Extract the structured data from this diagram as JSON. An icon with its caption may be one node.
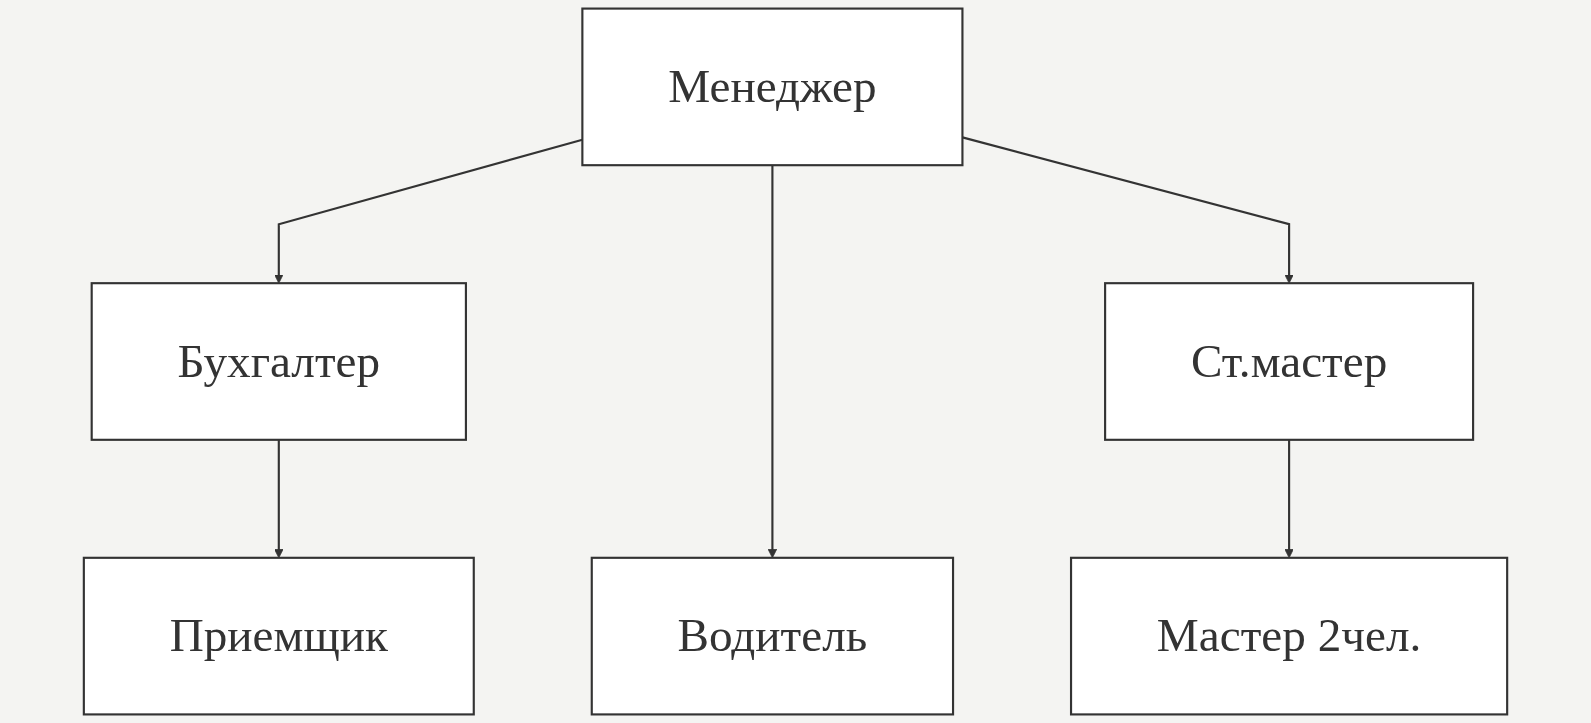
{
  "diagram": {
    "nodes": [
      {
        "text": [
          "Менеджер"
        ]
      },
      {
        "text": [
          "Бухгалтер"
        ]
      },
      {
        "text": [
          "Ст.мастер"
        ]
      },
      {
        "text": [
          "Приемщик"
        ]
      },
      {
        "text": [
          "Водитель"
        ]
      },
      {
        "text": [
          "Мастер 2чел."
        ]
      }
    ],
    "edges": [
      {
        "from": 0,
        "to": 1,
        "arrow": "to"
      },
      {
        "from": 0,
        "to": 4,
        "arrow": "to"
      },
      {
        "from": 0,
        "to": 2,
        "arrow": "to"
      },
      {
        "from": 1,
        "to": 3,
        "arrow": "to"
      },
      {
        "from": 2,
        "to": 5,
        "arrow": "to"
      }
    ]
  }
}
